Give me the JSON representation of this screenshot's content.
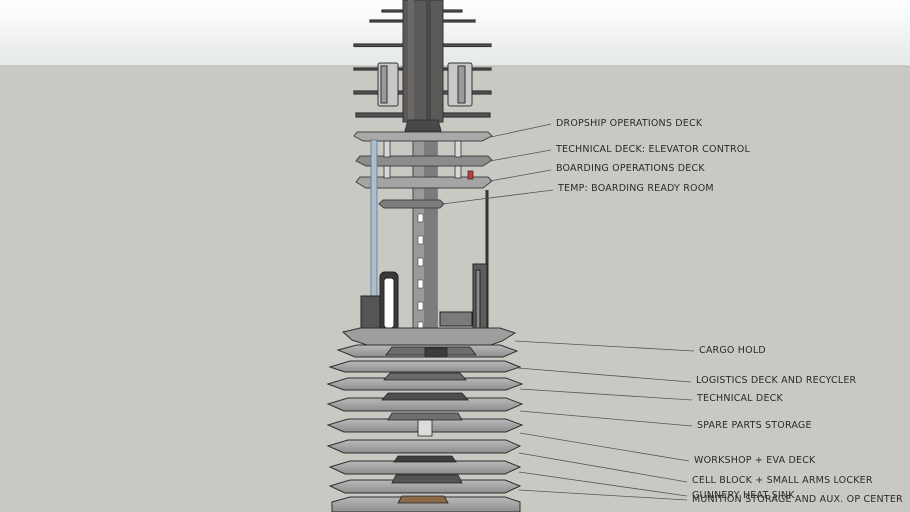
{
  "labels": [
    "DROPSHIP OPERATIONS DECK",
    "TECHNICAL DECK: ELEVATOR CONTROL",
    "BOARDING OPERATIONS DECK",
    "TEMP: BOARDING READY ROOM",
    "CARGO HOLD",
    "LOGISTICS DECK AND RECYCLER",
    "TECHNICAL DECK",
    "SPARE PARTS STORAGE",
    "WORKSHOP + EVA DECK",
    "CELL BLOCK + SMALL ARMS LOCKER",
    "GUNNERY HEAT SINK",
    "MUNITION STORAGE AND AUX. OP CENTER"
  ],
  "colors": {
    "sky": "#f2f4f4",
    "ground": "#c9c9c4",
    "deck": "#aaaaaa",
    "deck_edge": "#555555",
    "core": "#8f8f8f",
    "spire": "#5a5858",
    "glass": "#9fb8c8"
  }
}
